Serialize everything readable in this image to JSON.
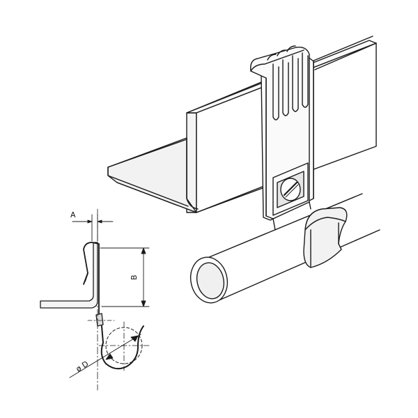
{
  "diagram": {
    "dimension_labels": {
      "a": "A",
      "b": "B",
      "d": "ø D"
    },
    "colors": {
      "line": "#1a1a1a",
      "surface": "#f2f2f2",
      "surface_dark": "#d9d9d9",
      "background": "#ffffff"
    }
  }
}
